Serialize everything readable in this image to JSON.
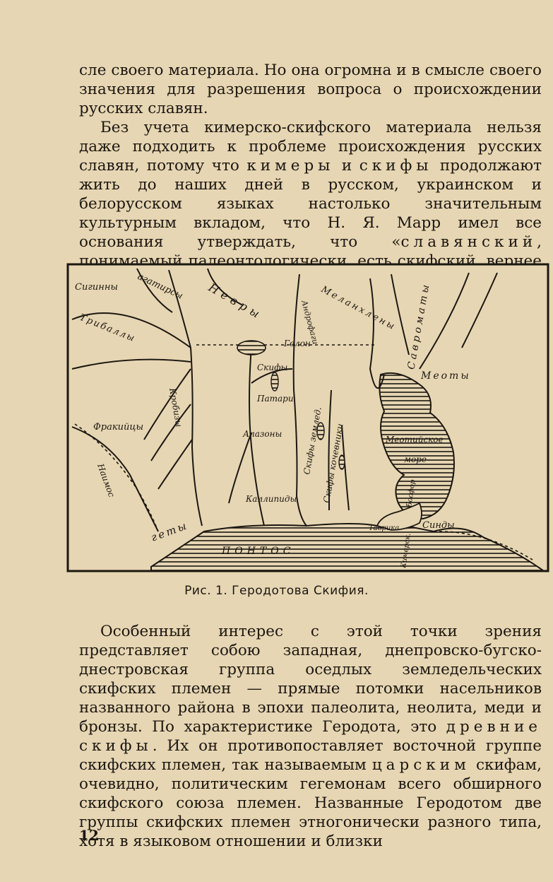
{
  "text": {
    "top_paragraph_1": "сле своего материала. Но она огромна и в смысле своего значения для разрешения вопроса о происхождении русских славян.",
    "top_paragraph_2a": "Без учета кимерско-скифского материала нельзя даже подходить к проблеме происхождения русских славян, потому что ",
    "top_paragraph_2_spaced_1": "кимеры",
    "top_paragraph_2b": " и ",
    "top_paragraph_2_spaced_2": "скифы",
    "top_paragraph_2c": " продолжают жить до наших дней в русском, украинском и белорусском языках настолько значительным культурным вкладом, что Н. Я. Марр имел все основания утверждать, что «",
    "top_paragraph_2_spaced_3": "славянский",
    "top_paragraph_2d": ", понимаемый палеонтологически, есть скифский, вернее — кимерский».",
    "bottom_paragraph_a": "Особенный интерес с этой точки зрения представляет собою западная, днепровско-бугско-днестровская группа оседлых земледельческих скифских племен — прямые потомки насельников названного района в эпохи палеолита, неолита, меди и бронзы. По характеристике Геродота, это ",
    "bottom_spaced_1": "древние скифы",
    "bottom_paragraph_b": ". Их он противопоставляет восточной группе скифских племен, так называемым ",
    "bottom_spaced_2": "царским",
    "bottom_paragraph_c": " скифам, очевидно, политическим гегемонам всего обширного скифского союза племен. Названные Геродотом две группы скифских племен этногонически разного типа, хотя в языковом отношении и близки"
  },
  "figure": {
    "caption": "Рис. 1. Геродотова Скифия.",
    "labels": {
      "siginny": "Сигинны",
      "agatirsy": "агатирсы",
      "nevry": "Невры",
      "melanhleny": "Меланхлены",
      "androfagi": "Андрофаги",
      "savromaty": "Савроматы",
      "triballi": "Трибаллы",
      "gelon": "Гелон",
      "meoty": "Меоты",
      "skify": "Скифы",
      "krobizy": "Кробизы",
      "patari": "Патари",
      "frakiytsy": "Фракийцы",
      "alazony": "Алазоны",
      "skify_zemled": "Скифы землед.",
      "skify_kochevniki": "Скифы кочевники",
      "meotiyskoe": "Меотийское",
      "more": "море",
      "naimos": "Наимос",
      "bosfor": "Босфор",
      "kallipidy": "Каллипиды",
      "gety": "геты",
      "tavrika": "Таврика",
      "sindy": "Синды",
      "kimersk": "Кимерск.",
      "pontos": "ПОНТОС"
    }
  },
  "page_number": "12"
}
